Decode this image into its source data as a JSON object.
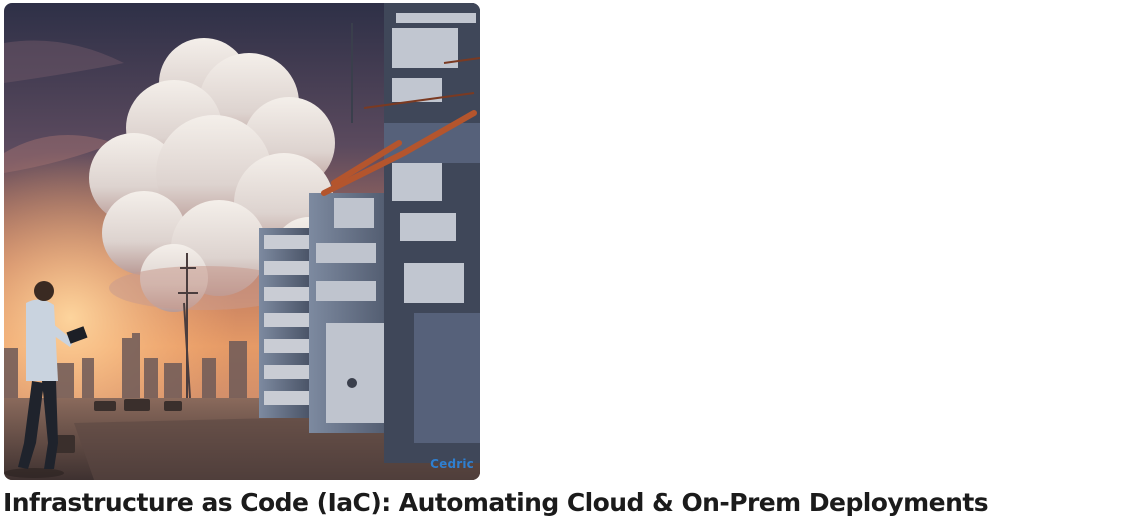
{
  "hero_image": {
    "description_icon": "cloud-servers-illustration",
    "watermark": "Cedric",
    "watermark_color": "#2f7fd0"
  },
  "article": {
    "title": "Infrastructure as Code (IaC): Automating Cloud & On-Prem Deployments"
  }
}
